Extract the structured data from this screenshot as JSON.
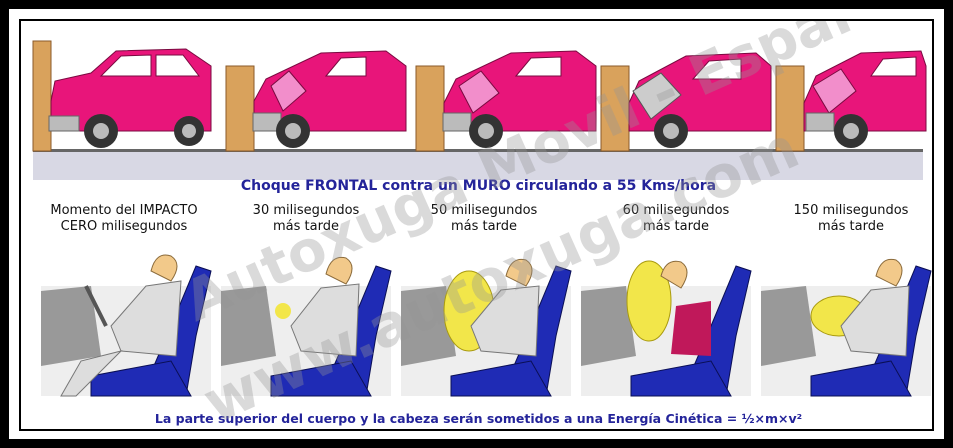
{
  "caption": "Choque FRONTAL contra un MURO circulando a 55 Kms/hora",
  "frames": [
    {
      "line1": "Momento del IMPACTO",
      "line2": "CERO milisegundos"
    },
    {
      "line1": "30 milisegundos",
      "line2": "más tarde"
    },
    {
      "line1": "50 milisegundos",
      "line2": "más tarde"
    },
    {
      "line1": "60 milisegundos",
      "line2": "más tarde"
    },
    {
      "line1": "150 milisegundos",
      "line2": "más tarde"
    }
  ],
  "bottom_text": "La parte superior del cuerpo y la cabeza serán sometidos a una Energía Cinética = ½×m×v²",
  "watermark_line1": "Autoxuga Movil - Esparta",
  "watermark_line2": "www.autoxuga.com",
  "colors": {
    "car": "#e8157a",
    "wall": "#d9a25c",
    "seat": "#1f2bb5",
    "airbag": "#f2e64a",
    "text_blue": "#24249a"
  }
}
